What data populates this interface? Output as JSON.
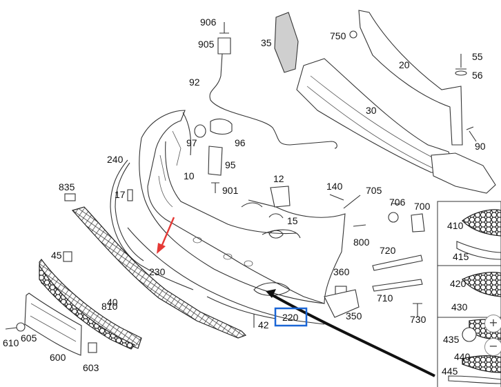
{
  "diagram": {
    "highlight_color": "#1a66d6",
    "arrow_color": "#e53935",
    "labels": [
      {
        "id": "906",
        "text": "906"
      },
      {
        "id": "905",
        "text": "905"
      },
      {
        "id": "92",
        "text": "92"
      },
      {
        "id": "35",
        "text": "35"
      },
      {
        "id": "750",
        "text": "750"
      },
      {
        "id": "20",
        "text": "20"
      },
      {
        "id": "55",
        "text": "55"
      },
      {
        "id": "56",
        "text": "56"
      },
      {
        "id": "30",
        "text": "30"
      },
      {
        "id": "97",
        "text": "97"
      },
      {
        "id": "96",
        "text": "96"
      },
      {
        "id": "90",
        "text": "90"
      },
      {
        "id": "95",
        "text": "95"
      },
      {
        "id": "240",
        "text": "240"
      },
      {
        "id": "10",
        "text": "10"
      },
      {
        "id": "901",
        "text": "901"
      },
      {
        "id": "12",
        "text": "12"
      },
      {
        "id": "835",
        "text": "835"
      },
      {
        "id": "17",
        "text": "17"
      },
      {
        "id": "140",
        "text": "140"
      },
      {
        "id": "705",
        "text": "705"
      },
      {
        "id": "706",
        "text": "706"
      },
      {
        "id": "700",
        "text": "700"
      },
      {
        "id": "15",
        "text": "15"
      },
      {
        "id": "410",
        "text": "410"
      },
      {
        "id": "800",
        "text": "800"
      },
      {
        "id": "415",
        "text": "415"
      },
      {
        "id": "720",
        "text": "720"
      },
      {
        "id": "45",
        "text": "45"
      },
      {
        "id": "230",
        "text": "230"
      },
      {
        "id": "360",
        "text": "360"
      },
      {
        "id": "420",
        "text": "420"
      },
      {
        "id": "40",
        "text": "40"
      },
      {
        "id": "710",
        "text": "710"
      },
      {
        "id": "430",
        "text": "430"
      },
      {
        "id": "810",
        "text": "810"
      },
      {
        "id": "350",
        "text": "350"
      },
      {
        "id": "730",
        "text": "730"
      },
      {
        "id": "220",
        "text": "220"
      },
      {
        "id": "42",
        "text": "42"
      },
      {
        "id": "435",
        "text": "435"
      },
      {
        "id": "610",
        "text": "610"
      },
      {
        "id": "605",
        "text": "605"
      },
      {
        "id": "440",
        "text": "440"
      },
      {
        "id": "445",
        "text": "445"
      },
      {
        "id": "600",
        "text": "600"
      },
      {
        "id": "603",
        "text": "603"
      }
    ]
  },
  "zoom_controls": {
    "zoom_in_icon": "+",
    "zoom_out_icon": "−"
  }
}
